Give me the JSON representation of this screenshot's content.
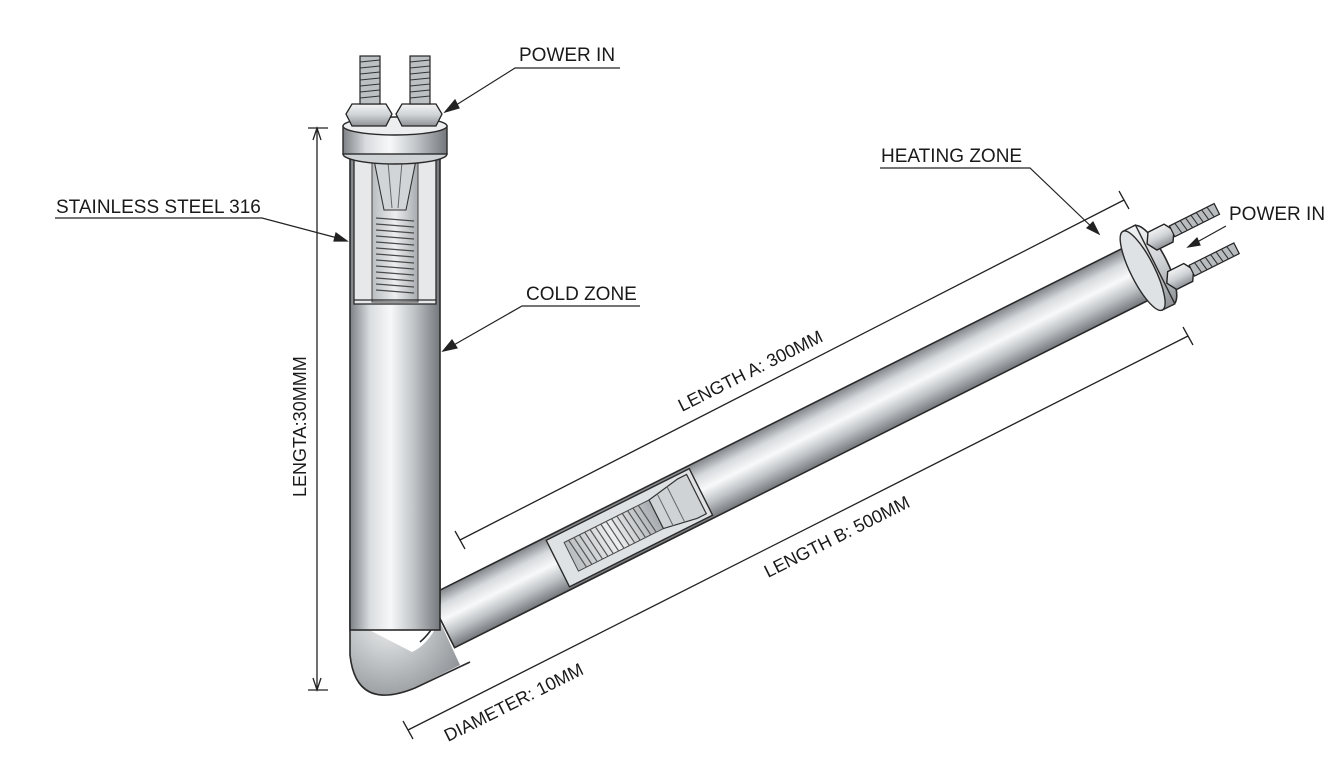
{
  "labels": {
    "power_in_top": "POWER IN",
    "stainless": "STAINLESS STEEL 316",
    "cold_zone": "COLD ZONE",
    "heating_zone": "HEATING ZONE",
    "power_in_right": "POWER IN",
    "length_vertical": "LENGTA:30MMM",
    "length_a": "LENGTH A: 300MM",
    "length_b": "LENGTH B: 500MM",
    "diameter": "DIAMETER: 10MM"
  },
  "colors": {
    "ink": "#1a1a1a",
    "metal_light": "#f4f5f6",
    "metal_mid": "#c6c9cc",
    "metal_dark": "#7d8185",
    "background": "#ffffff"
  }
}
